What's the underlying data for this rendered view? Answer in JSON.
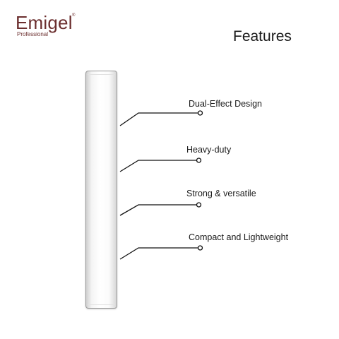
{
  "brand": {
    "name": "Emigel",
    "registered_mark": "®",
    "subtitle": "Professional",
    "color": "#6b2e2e"
  },
  "title": "Features",
  "product": {
    "type": "nail file",
    "color": "#f4f4f4"
  },
  "features": [
    {
      "label": "Dual-Effect Design"
    },
    {
      "label": "Heavy-duty"
    },
    {
      "label": "Strong & versatile"
    },
    {
      "label": "Compact and Lightweight"
    }
  ]
}
